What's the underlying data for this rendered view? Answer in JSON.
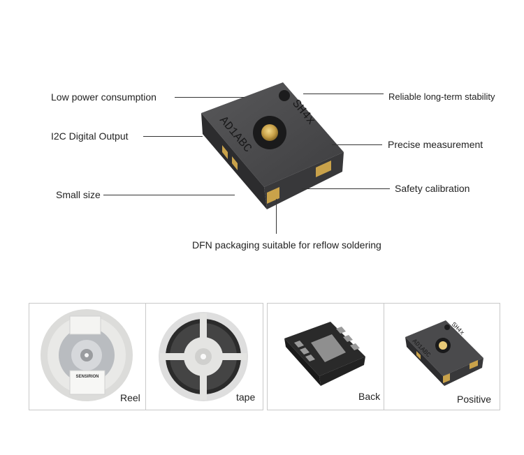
{
  "chip": {
    "marking_top": "SH4x",
    "marking_side": "AD1ABC"
  },
  "features": {
    "low_power": "Low power consumption",
    "i2c": "I2C Digital Output",
    "small_size": "Small size",
    "stability": "Reliable long-term stability",
    "precise": "Precise measurement",
    "safety": "Safety calibration",
    "dfn": "DFN packaging suitable for reflow soldering"
  },
  "gallery": {
    "reel_label": "Reel",
    "tape_label": "tape",
    "back_label": "Back",
    "positive_label": "Positive",
    "reel_sticker_text": "SENSIRION"
  },
  "colors": {
    "chip_top": "#4a4a4c",
    "chip_side_left": "#2e2e30",
    "chip_side_right": "#3a3a3c",
    "gold_pad": "#c9a24a",
    "reel_plastic": "#e4e4e2"
  }
}
